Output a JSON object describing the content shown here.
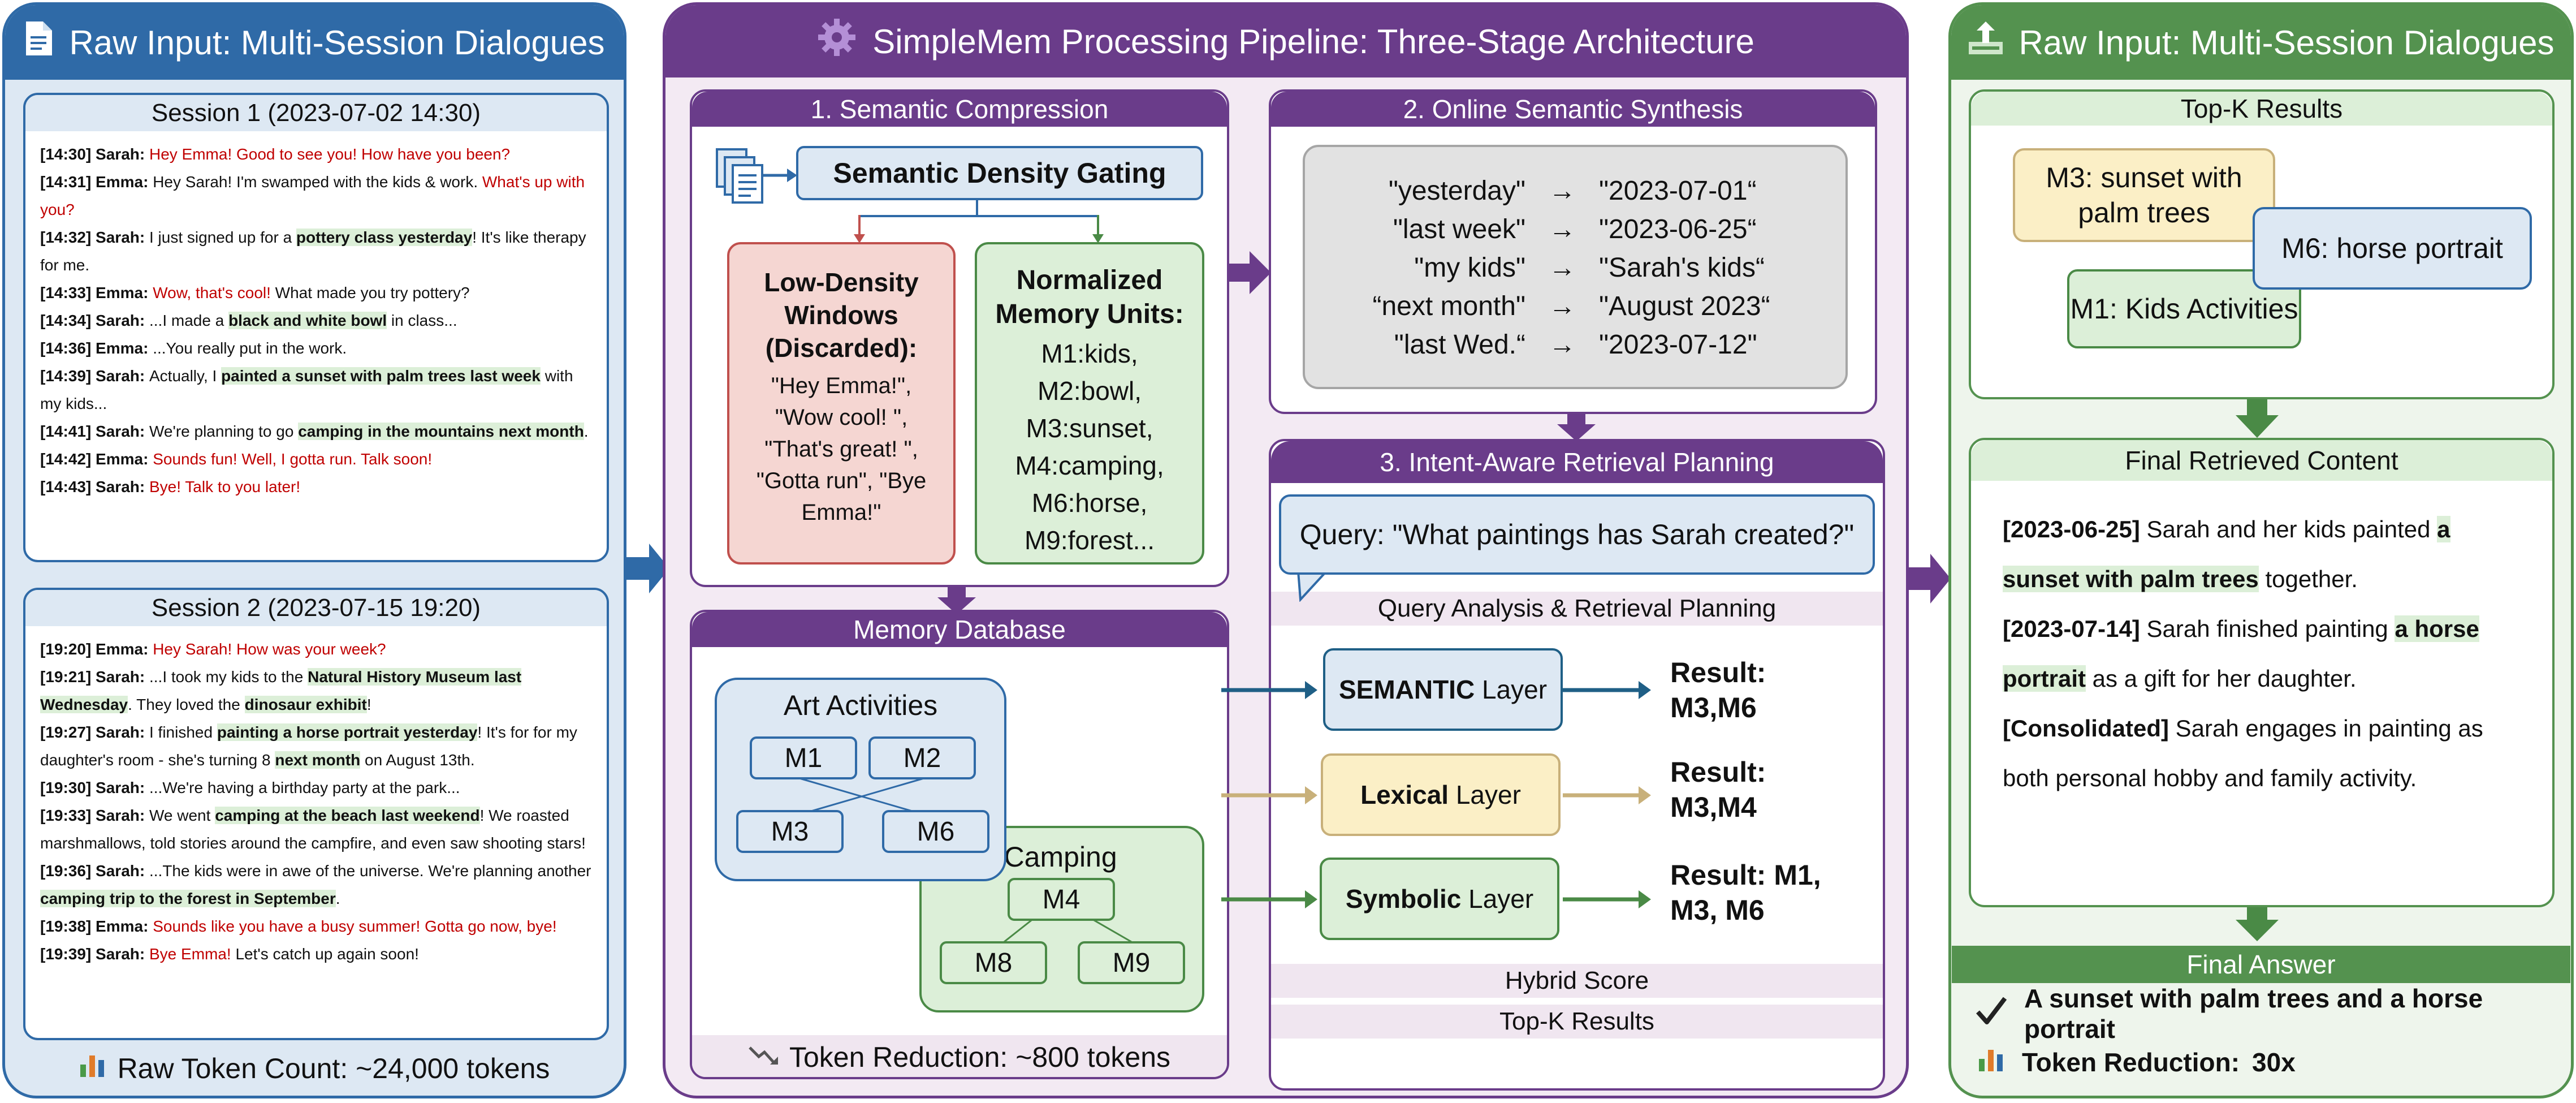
{
  "colors": {
    "blue": "#2f6aa7",
    "purple": "#6a3c8a",
    "green": "#54924f",
    "light_blue": "#dde8f3",
    "light_purple": "#f3eaf3",
    "light_green": "#eef5ec",
    "red_text": "#c00000",
    "highlight": "#dcefd8"
  },
  "left_panel": {
    "title": "Raw Input: Multi-Session Dialogues",
    "icon": "document-icon",
    "session1": {
      "title": "Session 1 (2023-07-02 14:30)",
      "lines": [
        [
          {
            "t": "[14:30] ",
            "c": "ts"
          },
          {
            "t": "Sarah: ",
            "c": "sp"
          },
          {
            "t": "Hey Emma! Good to see you! How have you been?",
            "c": "red"
          }
        ],
        [
          {
            "t": "[14:31] ",
            "c": "ts"
          },
          {
            "t": "Emma: ",
            "c": "sp"
          },
          {
            "t": "Hey Sarah! I'm swamped with the kids & work. ",
            "c": ""
          },
          {
            "t": "What's up with you?",
            "c": "red"
          }
        ],
        [
          {
            "t": "[14:32] ",
            "c": "ts"
          },
          {
            "t": "Sarah: ",
            "c": "sp"
          },
          {
            "t": "I just signed up for a ",
            "c": ""
          },
          {
            "t": "pottery class yesterday",
            "c": "hl"
          },
          {
            "t": "! It's like therapy for me.",
            "c": ""
          }
        ],
        [
          {
            "t": "[14:33] ",
            "c": "ts"
          },
          {
            "t": "Emma: ",
            "c": "sp"
          },
          {
            "t": "Wow, that's cool!",
            "c": "red"
          },
          {
            "t": " What made you try pottery?",
            "c": ""
          }
        ],
        [
          {
            "t": "[14:34] ",
            "c": "ts"
          },
          {
            "t": "Sarah: ",
            "c": "sp"
          },
          {
            "t": "...I made a ",
            "c": ""
          },
          {
            "t": "black and white bowl",
            "c": "hl"
          },
          {
            "t": " in class...",
            "c": ""
          }
        ],
        [
          {
            "t": "[14:36] ",
            "c": "ts"
          },
          {
            "t": "Emma: ",
            "c": "sp"
          },
          {
            "t": "...You really put in the work.",
            "c": ""
          }
        ],
        [
          {
            "t": "[14:39] ",
            "c": "ts"
          },
          {
            "t": "Sarah: ",
            "c": "sp"
          },
          {
            "t": "Actually, I ",
            "c": ""
          },
          {
            "t": "painted a sunset with palm trees last week",
            "c": "hl"
          },
          {
            "t": " with my kids...",
            "c": ""
          }
        ],
        [
          {
            "t": "[14:41] ",
            "c": "ts"
          },
          {
            "t": "Sarah: ",
            "c": "sp"
          },
          {
            "t": "We're planning to go ",
            "c": ""
          },
          {
            "t": "camping in the mountains next month",
            "c": "hl"
          },
          {
            "t": ".",
            "c": ""
          }
        ],
        [
          {
            "t": "[14:42] ",
            "c": "ts"
          },
          {
            "t": "Emma: ",
            "c": "sp"
          },
          {
            "t": "Sounds fun! Well, I gotta run. Talk soon!",
            "c": "red"
          }
        ],
        [
          {
            "t": "[14:43] ",
            "c": "ts"
          },
          {
            "t": "Sarah: ",
            "c": "sp"
          },
          {
            "t": "Bye! Talk to you later!",
            "c": "red"
          }
        ]
      ]
    },
    "session2": {
      "title": "Session 2 (2023-07-15 19:20)",
      "lines": [
        [
          {
            "t": "[19:20] ",
            "c": "ts"
          },
          {
            "t": "Emma: ",
            "c": "sp"
          },
          {
            "t": "Hey Sarah! How was your week?",
            "c": "red"
          }
        ],
        [
          {
            "t": "[19:21] ",
            "c": "ts"
          },
          {
            "t": "Sarah: ",
            "c": "sp"
          },
          {
            "t": "...I took my kids to the ",
            "c": ""
          },
          {
            "t": "Natural History Museum last Wednesday",
            "c": "hl"
          },
          {
            "t": ". They loved the ",
            "c": ""
          },
          {
            "t": "dinosaur exhibit",
            "c": "hl"
          },
          {
            "t": "!",
            "c": ""
          }
        ],
        [
          {
            "t": "[19:27] ",
            "c": "ts"
          },
          {
            "t": "Sarah: ",
            "c": "sp"
          },
          {
            "t": "I finished ",
            "c": ""
          },
          {
            "t": "painting a horse portrait yesterday",
            "c": "hl"
          },
          {
            "t": "! It's for for my daughter's room - she's turning 8 ",
            "c": ""
          },
          {
            "t": "next month",
            "c": "hl"
          },
          {
            "t": " on August 13th.",
            "c": ""
          }
        ],
        [
          {
            "t": "[19:30] ",
            "c": "ts"
          },
          {
            "t": "Sarah: ",
            "c": "sp"
          },
          {
            "t": "...We're having a birthday party at the park...",
            "c": ""
          }
        ],
        [
          {
            "t": "[19:33] ",
            "c": "ts"
          },
          {
            "t": "Sarah: ",
            "c": "sp"
          },
          {
            "t": "We went ",
            "c": ""
          },
          {
            "t": "camping at the beach last weekend",
            "c": "hl"
          },
          {
            "t": "! We roasted marshmallows, told stories around the campfire, and even saw shooting stars!",
            "c": ""
          }
        ],
        [
          {
            "t": "[19:36] ",
            "c": "ts"
          },
          {
            "t": "Sarah: ",
            "c": "sp"
          },
          {
            "t": "...The kids were in awe of the universe. We're planning another ",
            "c": ""
          },
          {
            "t": "camping trip to the forest in September",
            "c": "hl"
          },
          {
            "t": ".",
            "c": ""
          }
        ],
        [
          {
            "t": "[19:38] ",
            "c": "ts"
          },
          {
            "t": "Emma: ",
            "c": "sp"
          },
          {
            "t": "Sounds like you have a busy summer! Gotta go now, bye!",
            "c": "red"
          }
        ],
        [
          {
            "t": "[19:39] ",
            "c": "ts"
          },
          {
            "t": "Sarah: ",
            "c": "sp"
          },
          {
            "t": "Bye Emma!",
            "c": "red"
          },
          {
            "t": " Let's catch up again soon!",
            "c": ""
          }
        ]
      ]
    },
    "footer": "Raw Token Count: ~24,000 tokens",
    "footer_icon": "bar-chart-icon"
  },
  "middle_panel": {
    "title": "SimpleMem Processing Pipeline: Three-Stage Architecture",
    "icon": "gear-icon",
    "stage1": {
      "title": "1. Semantic Compression",
      "gating": "Semantic Density Gating",
      "low_density_title": "Low-Density Windows (Discarded):",
      "low_density_body": "\"Hey Emma!\", \"Wow cool! \", \"That's great! \", \"Gotta run\", \"Bye Emma!\"",
      "normalized_title": "Normalized Memory Units:",
      "normalized_items": [
        "M1:kids,",
        "M2:bowl,",
        "M3:sunset,",
        "M4:camping,",
        "M6:horse,",
        "M9:forest..."
      ]
    },
    "stage2": {
      "title": "2. Online Semantic Synthesis",
      "arrow": "→",
      "mappings": [
        {
          "from": "\"yesterday\"",
          "to": "\"2023-07-01“"
        },
        {
          "from": "\"last week\"",
          "to": "\"2023-06-25“"
        },
        {
          "from": "\"my kids\"",
          "to": "\"Sarah's kids“"
        },
        {
          "from": "“next month\"",
          "to": "\"August 2023“"
        },
        {
          "from": "\"last Wed.“",
          "to": "\"2023-07-12\""
        }
      ]
    },
    "memory_db": {
      "title": "Memory Database",
      "art_title": "Art Activities",
      "art_nodes": [
        "M1",
        "M2",
        "M3",
        "M6"
      ],
      "camping_title": "... Camping",
      "camping_nodes": [
        "M4",
        "M8",
        "M9"
      ],
      "footer": "Token Reduction: ~800 tokens",
      "footer_icon": "trend-down-icon"
    },
    "stage3": {
      "title": "3. Intent-Aware Retrieval Planning",
      "query": "Query: \"What paintings has Sarah created?\"",
      "analysis": "Query Analysis & Retrieval Planning",
      "layer_word": "Layer",
      "layers": [
        {
          "strong": "SEMANTIC",
          "result": [
            "Result:",
            "M3,M6"
          ],
          "color": "#1f5f86"
        },
        {
          "strong": "Lexical",
          "result": [
            "Result:",
            "M3,M4"
          ],
          "color": "#c8b07a"
        },
        {
          "strong": "Symbolic",
          "result": [
            "Result: M1,",
            "M3, M6"
          ],
          "color": "#4a8a46"
        }
      ],
      "hybrid": "Hybrid Score",
      "topk": "Top-K Results"
    }
  },
  "right_panel": {
    "title": "Raw Input: Multi-Session Dialogues",
    "icon": "upload-icon",
    "topk_title": "Top-K Results",
    "topk_m3": "M3: sunset with palm trees",
    "topk_m6": "M6: horse portrait",
    "topk_m1": "M1: Kids Activities",
    "final_content_title": "Final Retrieved Content",
    "final_content": [
      [
        {
          "t": "[2023-06-25]",
          "c": "b"
        },
        {
          "t": " Sarah and her kids painted ",
          "c": ""
        },
        {
          "t": "a sunset with palm trees",
          "c": "hl"
        },
        {
          "t": " together.",
          "c": ""
        }
      ],
      [
        {
          "t": "[2023-07-14]",
          "c": "b"
        },
        {
          "t": " Sarah finished painting ",
          "c": ""
        },
        {
          "t": "a horse portrait",
          "c": "hl"
        },
        {
          "t": " as a gift for her daughter.",
          "c": ""
        }
      ],
      [
        {
          "t": "[Consolidated]",
          "c": "b"
        },
        {
          "t": " Sarah engages in painting as both personal hobby and family activity.",
          "c": ""
        }
      ]
    ],
    "final_answer_title": "Final Answer",
    "answer": "A sunset with palm trees and a horse portrait",
    "answer_icon": "check-icon",
    "reduction_label": "Token Reduction:",
    "reduction_value": "30x",
    "reduction_icon": "bar-chart-icon"
  }
}
